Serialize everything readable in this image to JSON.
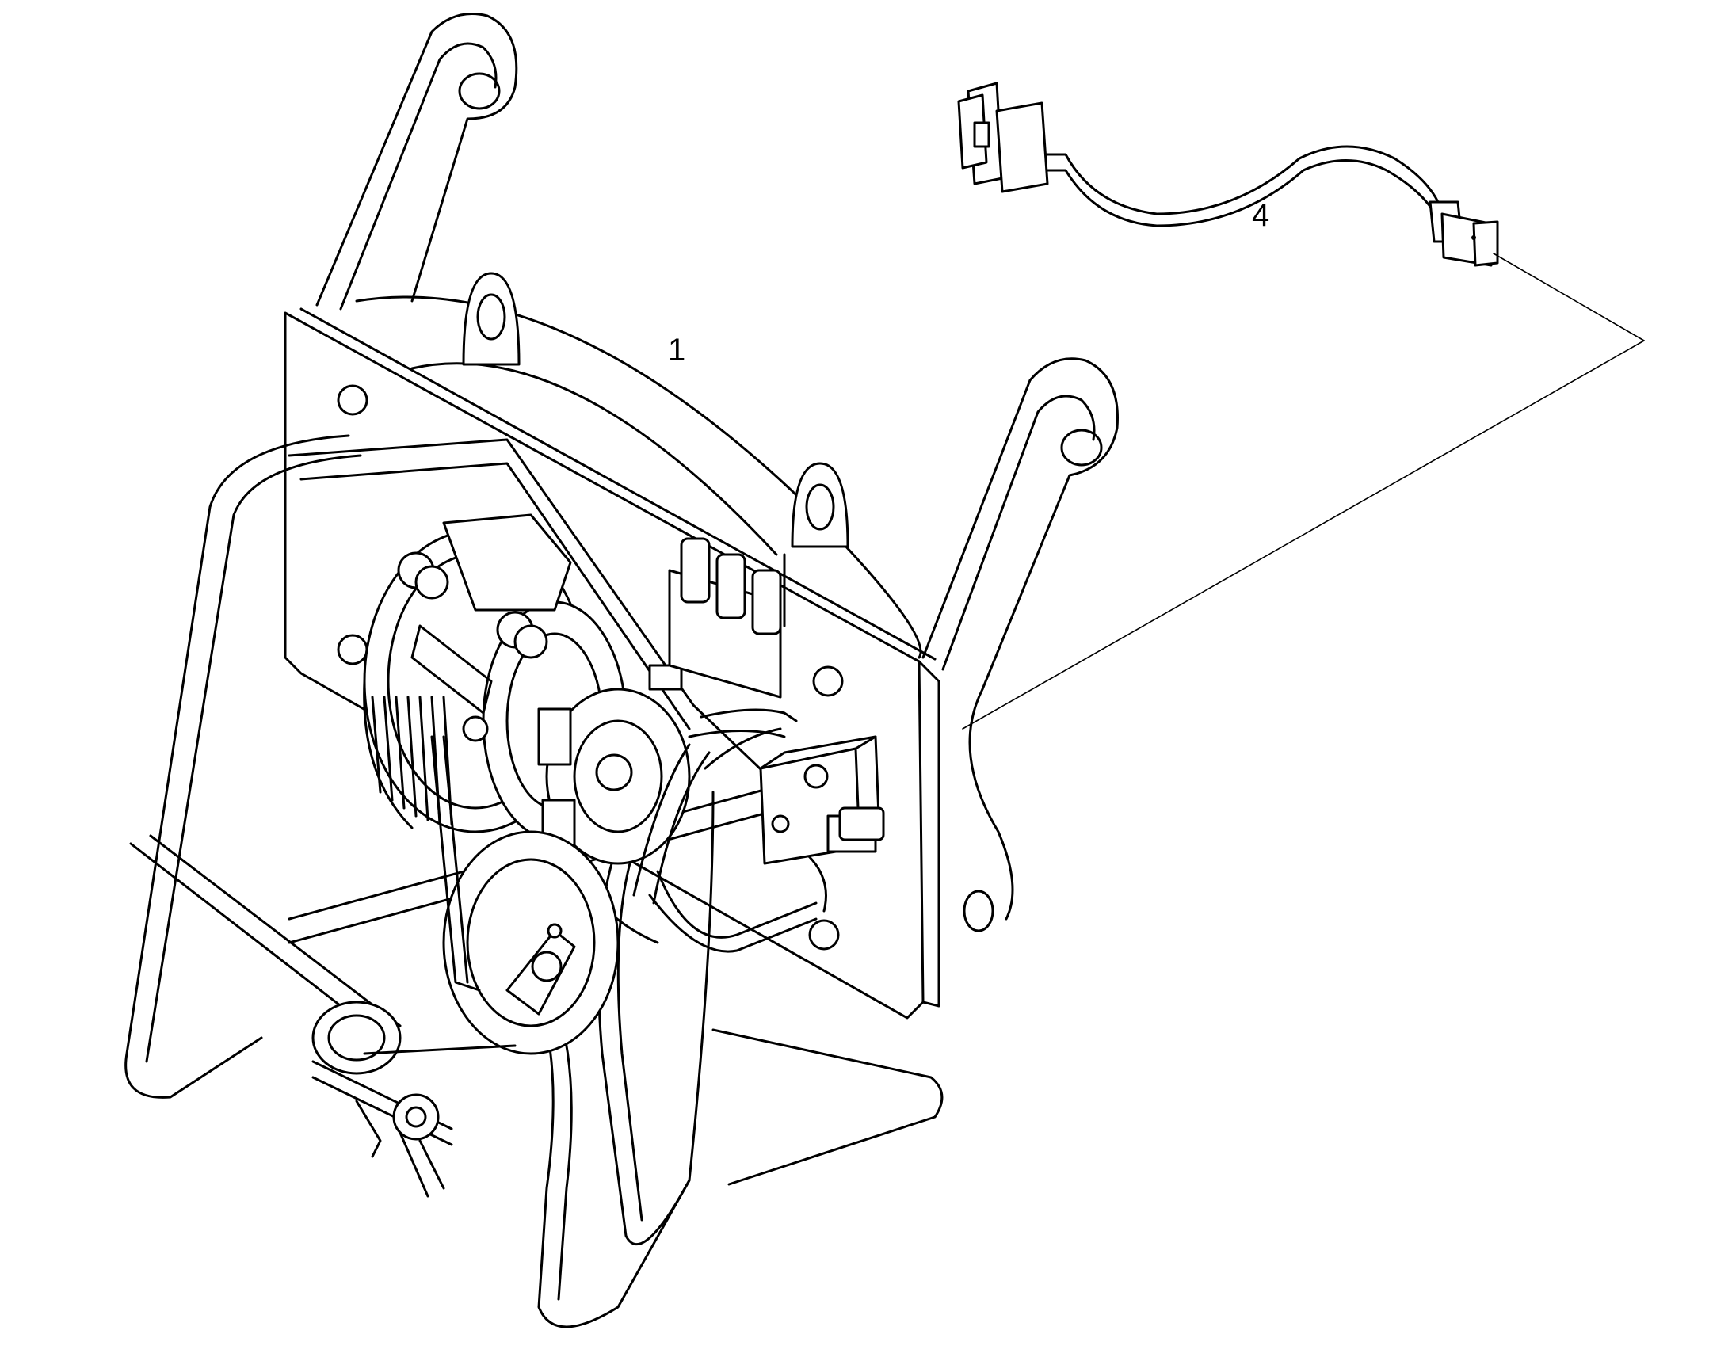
{
  "diagram": {
    "callouts": [
      {
        "id": "winch-assembly",
        "label": "1"
      },
      {
        "id": "cable-harness",
        "label": "4"
      }
    ],
    "colors": {
      "line": "#000000",
      "background": "#ffffff"
    }
  }
}
